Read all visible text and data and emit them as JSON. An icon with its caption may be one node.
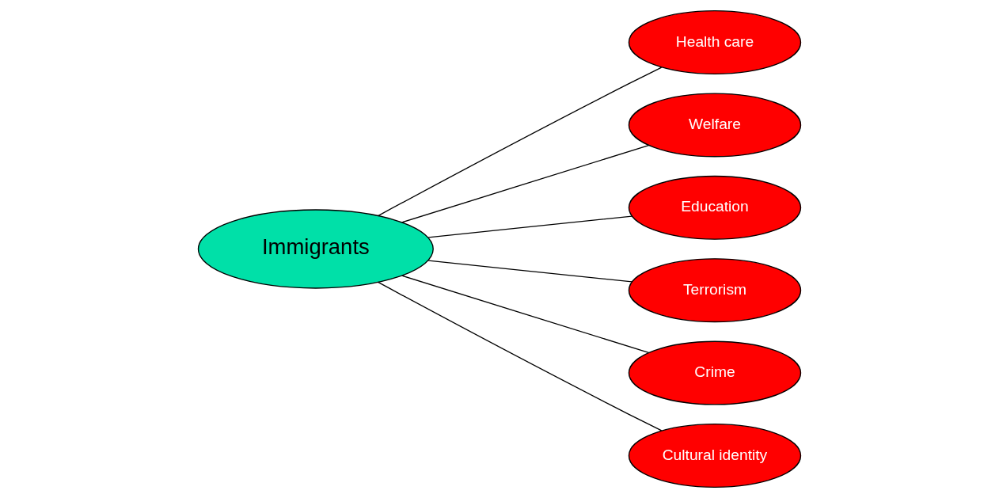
{
  "diagram": {
    "nodes": [
      {
        "text": [
          "Immigrants"
        ]
      },
      {
        "text": [
          "Health care"
        ]
      },
      {
        "text": [
          "Welfare"
        ]
      },
      {
        "text": [
          "Education"
        ]
      },
      {
        "text": [
          "Terrorism"
        ]
      },
      {
        "text": [
          "Crime"
        ]
      },
      {
        "text": [
          "Cultural identity"
        ]
      }
    ],
    "edges": [
      {
        "from": 0,
        "to": 1,
        "arrow": "none"
      },
      {
        "from": 0,
        "to": 2,
        "arrow": "none"
      },
      {
        "from": 0,
        "to": 3,
        "arrow": "none"
      },
      {
        "from": 0,
        "to": 4,
        "arrow": "none"
      },
      {
        "from": 0,
        "to": 5,
        "arrow": "none"
      },
      {
        "from": 0,
        "to": 6,
        "arrow": "none"
      }
    ]
  }
}
